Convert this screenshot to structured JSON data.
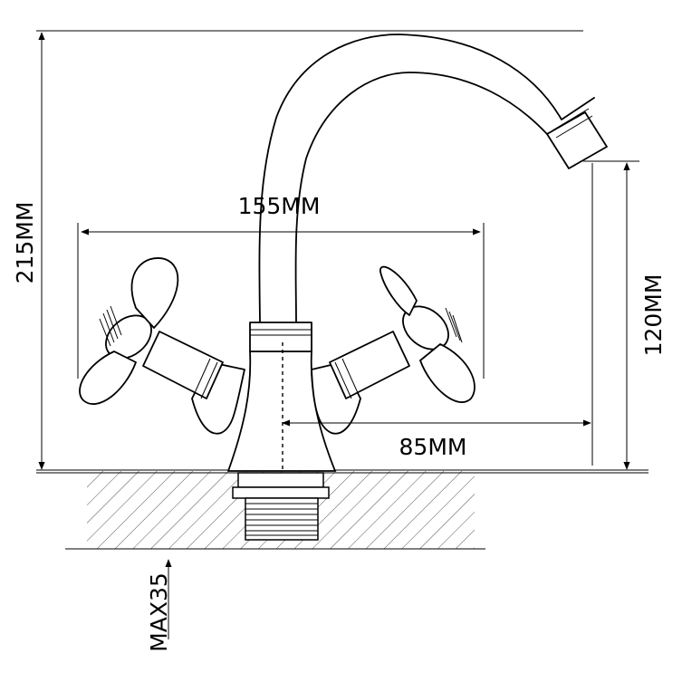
{
  "dimensions": {
    "height_total": "215MM",
    "handle_span": "155MM",
    "spout_height": "120MM",
    "spout_reach": "85MM",
    "counter_max": "MAX35"
  },
  "colors": {
    "line": "#000000",
    "background": "#ffffff"
  }
}
